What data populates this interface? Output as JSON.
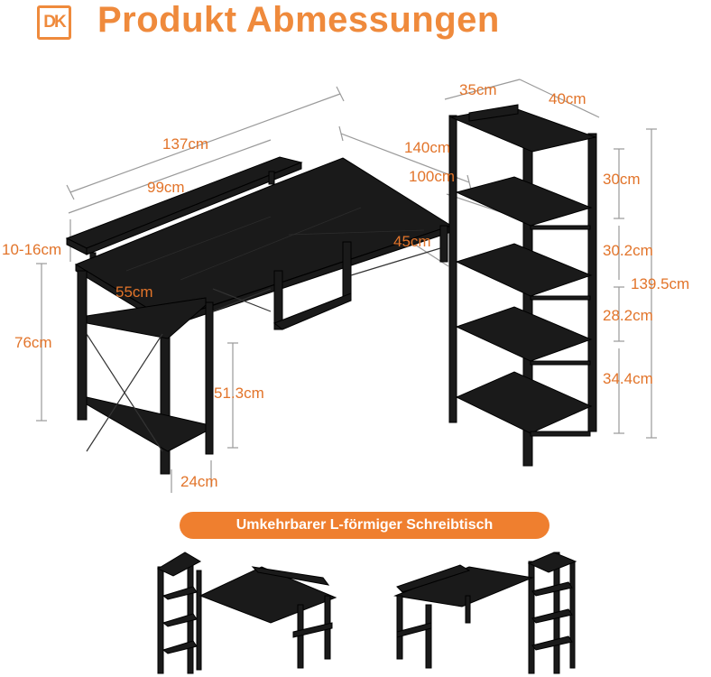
{
  "header": {
    "logo_text": "DK",
    "title": "Produkt Abmessungen"
  },
  "dimensions": {
    "total_width": "137cm",
    "desk_width": "99cm",
    "return_length": "140cm",
    "return_inner": "100cm",
    "return_depth": "45cm",
    "riser_height": "10-16cm",
    "desk_depth": "55cm",
    "desk_height": "76cm",
    "under_height": "51.3cm",
    "leg_offset": "24cm",
    "shelf_depth": "35cm",
    "shelf_width": "40cm",
    "shelf_top": "30cm",
    "shelf_2": "30.2cm",
    "shelf_total": "139.5cm",
    "shelf_3": "28.2cm",
    "shelf_bottom": "34.4cm"
  },
  "badge": {
    "text": "Umkehrbarer L-förmiger Schreibtisch"
  },
  "colors": {
    "accent": "#ef8a3c",
    "dimension_text": "#e2742a",
    "furniture": "#1a1a1a",
    "dimension_line": "#9a9a9a"
  }
}
